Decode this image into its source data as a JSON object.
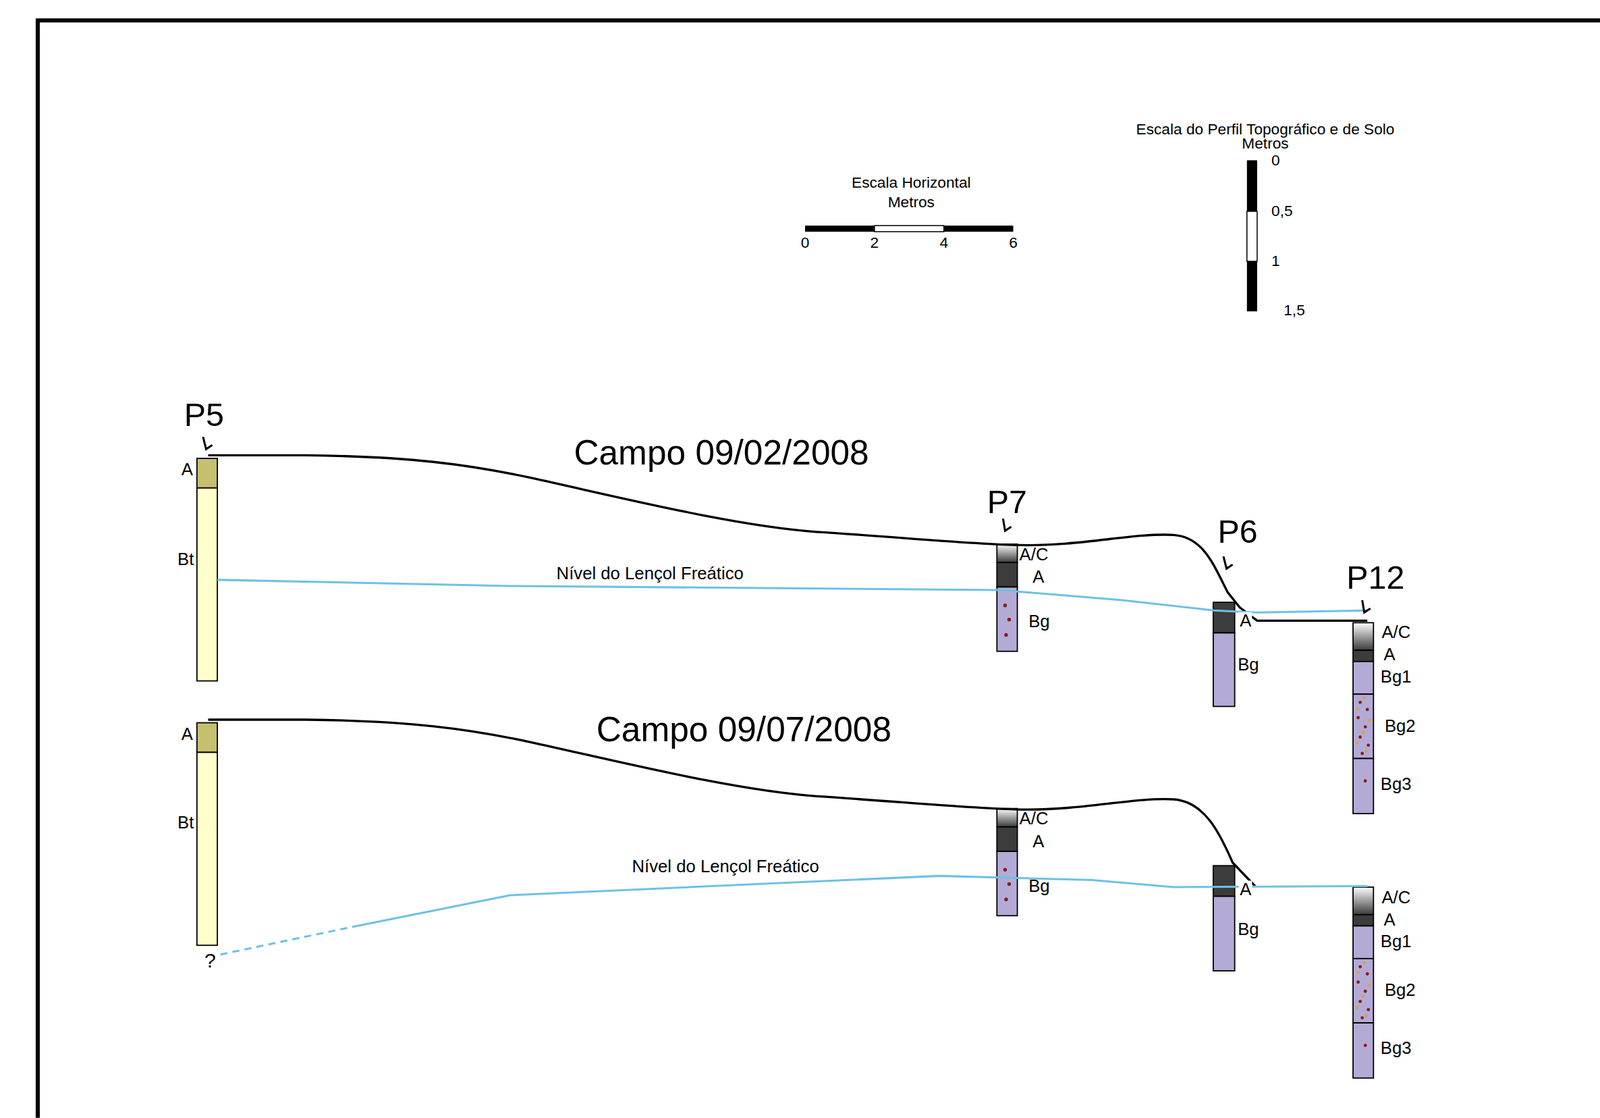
{
  "diagram": {
    "labels": [
      "Escala do Perfil Topográfico e de Solo",
      "Metros",
      "0",
      "0,5",
      "1",
      "1,5",
      "Escala Horizontal",
      "Metros",
      "0",
      "2",
      "4",
      "6",
      "P5",
      "Campo 09/02/2008",
      "P7",
      "P6",
      "P12",
      "A",
      "Bt",
      "Nível do Lençol Freático",
      "A/C",
      "A",
      "Bg",
      "A",
      "Bg",
      "A/C",
      "A",
      "Bg1",
      "Bg2",
      "Bg3",
      "Campo 09/07/2008",
      "A",
      "Bt",
      "?",
      "Nível do Lençol Freático",
      "A/C",
      "A",
      "Bg",
      "A",
      "Bg",
      "A/C",
      "A",
      "Bg1",
      "Bg2",
      "Bg3"
    ]
  }
}
